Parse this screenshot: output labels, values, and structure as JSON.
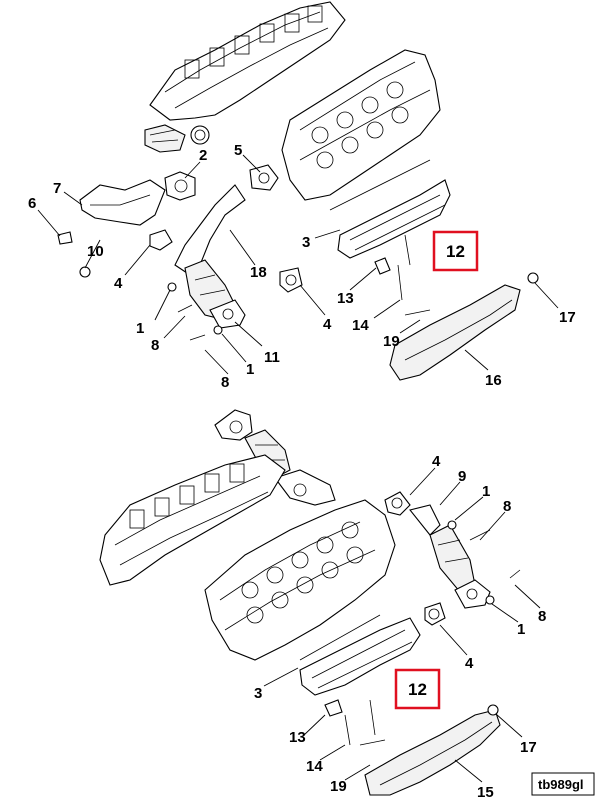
{
  "reference_code": "tb989gl",
  "colors": {
    "highlight": "#e01020",
    "line": "#000000"
  },
  "top_view": {
    "callouts": {
      "c2": "2",
      "c5": "5",
      "c7": "7",
      "c6": "6",
      "c10": "10",
      "c4a": "4",
      "c3": "3",
      "c12": "12",
      "c18": "18",
      "c13": "13",
      "c4b": "4",
      "c1a": "1",
      "c8a": "8",
      "c14": "14",
      "c17": "17",
      "c19": "19",
      "c11": "11",
      "c1b": "1",
      "c8b": "8",
      "c16": "16"
    }
  },
  "bottom_view": {
    "callouts": {
      "c4a": "4",
      "c9": "9",
      "c1a": "1",
      "c8a": "8",
      "c1b": "1",
      "c8b": "8",
      "c4b": "4",
      "c3": "3",
      "c12": "12",
      "c13": "13",
      "c17": "17",
      "c14": "14",
      "c19": "19",
      "c15": "15"
    }
  }
}
